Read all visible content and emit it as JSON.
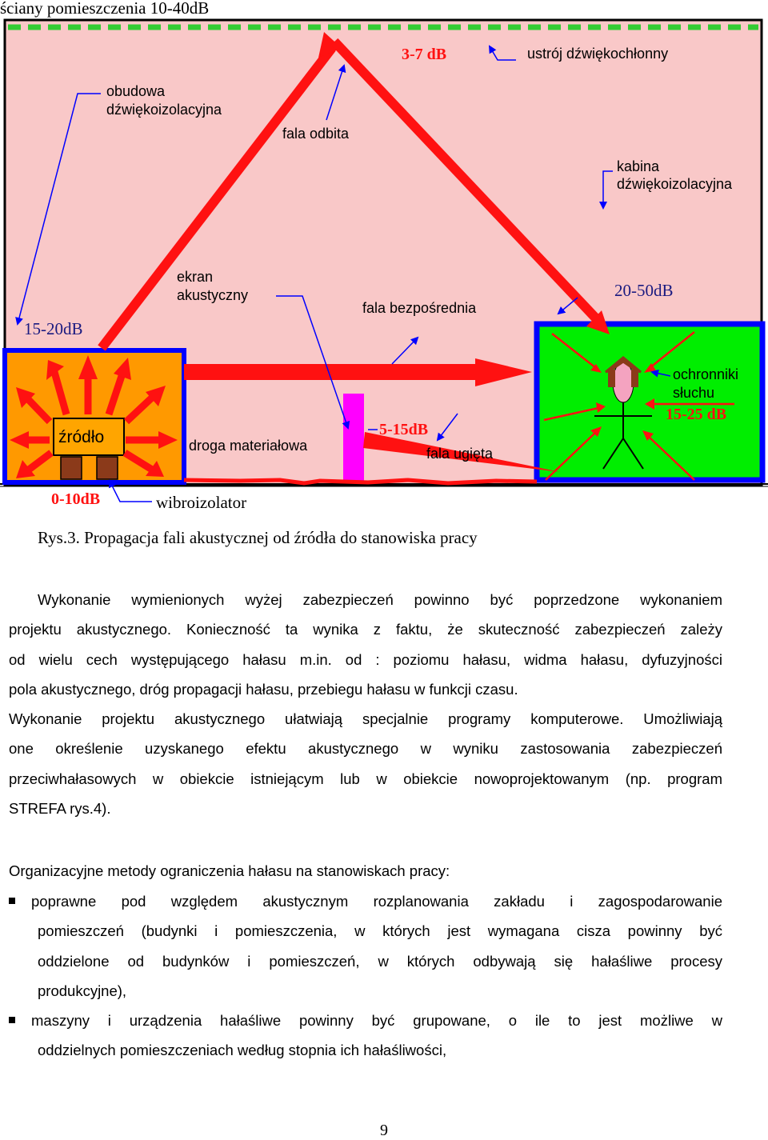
{
  "diagram": {
    "walls_label": "ściany pomieszczenia 10-40dB",
    "absorber_db": "3-7 dB",
    "absorber_label": "ustrój dźwiękochłonny",
    "enclosure_label_1": "obudowa",
    "enclosure_label_2": "dźwiękoizolacyjna",
    "reflected_wave": "fala odbita",
    "cabin_label_1": "kabina",
    "cabin_label_2": "dźwiękoizolacyjna",
    "screen_label_1": "ekran",
    "screen_label_2": "akustyczny",
    "direct_wave": "fala bezpośrednia",
    "cabin_db": "20-50dB",
    "enclosure_db": "15-20dB",
    "ear_protectors_1": "ochronniki",
    "ear_protectors_2": "słuchu",
    "ear_protectors_db": "15-25 dB",
    "source_label": "źródło",
    "structure_path": "droga materiałowa",
    "screen_db": "5-15dB",
    "diffracted_wave": "fala ugięta",
    "isolator_db": "0-10dB",
    "isolator_label": "wibroizolator",
    "colors": {
      "room": "#f9c8c8",
      "enclosure_fill": "#ff9900",
      "cabin_fill": "#00ee00",
      "frame": "#0000ff",
      "arrow": "#ff1111",
      "screen": "#ff00ff",
      "absorber": "#33cc33"
    }
  },
  "caption": "Rys.3. Propagacja fali akustycznej od źródła do stanowiska pracy",
  "paragraph1": [
    "Wykonanie wymienionych wyżej zabezpieczeń powinno być poprzedzone wykonaniem",
    "projektu akustycznego. Konieczność ta wynika z faktu, że skuteczność zabezpieczeń zależy",
    "od wielu cech występującego hałasu m.in. od : poziomu hałasu, widma hałasu, dyfuzyjności",
    "pola akustycznego, dróg propagacji hałasu, przebiegu hałasu w funkcji czasu.",
    "Wykonanie projektu akustycznego ułatwiają specjalnie programy komputerowe. Umożliwiają",
    "one określenie uzyskanego efektu akustycznego w wyniku zastosowania zabezpieczeń",
    "przeciwhałasowych w obiekcie istniejącym lub w obiekcie nowoprojektowanym (np. program",
    "STREFA rys.4)."
  ],
  "heading2": "Organizacyjne metody ograniczenia hałasu na stanowiskach pracy:",
  "bullet1": [
    "poprawne pod względem akustycznym rozplanowania zakładu i zagospodarowanie",
    "pomieszczeń (budynki i pomieszczenia, w których jest wymagana cisza powinny być",
    "oddzielone od budynków i pomieszczeń, w których odbywają się hałaśliwe procesy",
    "produkcyjne),"
  ],
  "bullet2": [
    "maszyny i urządzenia hałaśliwe powinny być grupowane, o ile to jest możliwe w",
    "oddzielnych pomieszczeniach według stopnia ich hałaśliwości,"
  ],
  "page_number": "9"
}
